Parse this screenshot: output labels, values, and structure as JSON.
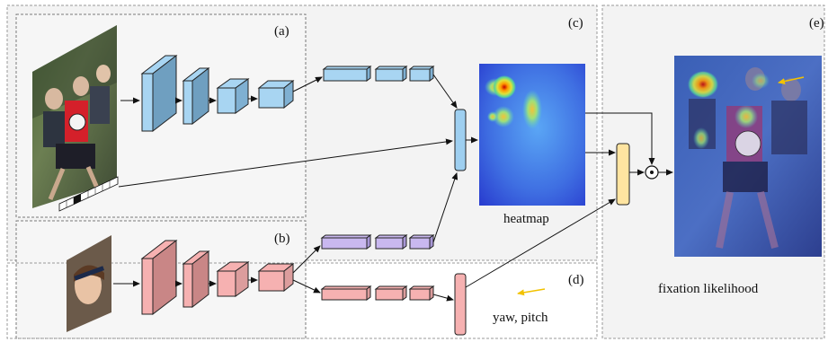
{
  "labels": {
    "a": "(a)",
    "b": "(b)",
    "c": "(c)",
    "d": "(d)",
    "e": "(e)",
    "heatmap": "heatmap",
    "fixation": "fixation likelihood",
    "yaw_pitch": "yaw, pitch",
    "odot": "⊙"
  },
  "colors": {
    "scene_branch": "#a8d5f2",
    "head_branch": "#f6b1b1",
    "head_fc": "#c9b8ef",
    "fusion_bar": "#9ecff0",
    "final_bar": "#ffe4a0",
    "gaze_arrow": "#f2c200"
  }
}
